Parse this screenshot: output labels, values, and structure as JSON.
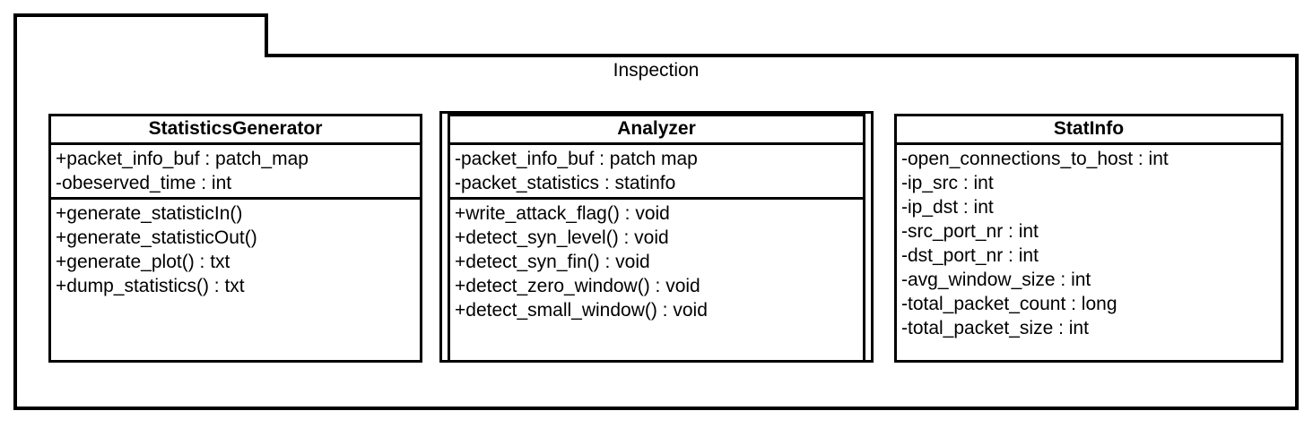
{
  "diagram": {
    "type": "uml-class-diagram",
    "package": {
      "name": "Inspection"
    },
    "classes": [
      {
        "id": "statisticsgenerator",
        "name": "StatisticsGenerator",
        "attributes": [
          "+packet_info_buf : patch_map",
          "-obeserved_time : int"
        ],
        "methods": [
          "+generate_statisticIn()",
          "+generate_statisticOut()",
          "+generate_plot() : txt",
          "+dump_statistics() : txt"
        ]
      },
      {
        "id": "analyzer",
        "name": "Analyzer",
        "stacked": true,
        "attributes": [
          "-packet_info_buf : patch map",
          "-packet_statistics : statinfo"
        ],
        "methods": [
          "+write_attack_flag() : void",
          "+detect_syn_level() : void",
          "+detect_syn_fin() : void",
          "+detect_zero_window() : void",
          "+detect_small_window() : void"
        ]
      },
      {
        "id": "statinfo",
        "name": "StatInfo",
        "attributes": [
          "-open_connections_to_host : int",
          "-ip_src : int",
          "-ip_dst : int",
          "-src_port_nr : int",
          "-dst_port_nr : int",
          "-avg_window_size : int",
          "-total_packet_count : long",
          "-total_packet_size : int"
        ],
        "methods": []
      }
    ],
    "colors": {
      "stroke": "#000000",
      "fill": "#ffffff",
      "text": "#000000"
    }
  }
}
